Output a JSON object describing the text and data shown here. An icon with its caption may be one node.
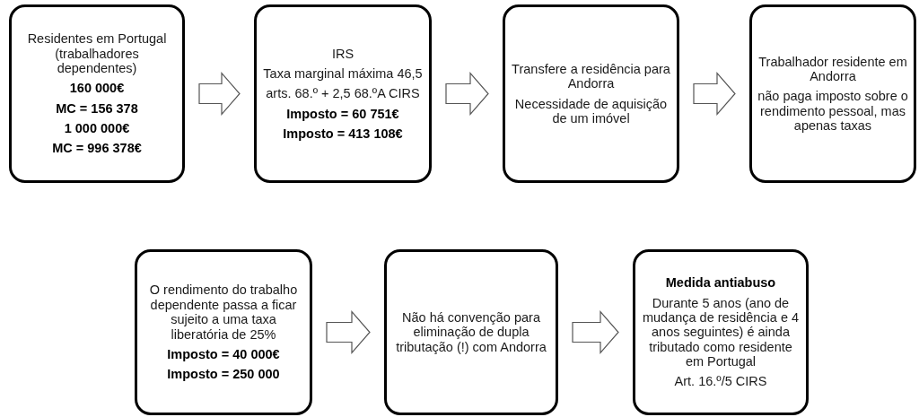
{
  "diagram": {
    "nodes": [
      {
        "text": [
          "Residentes em Portugal (trabalhadores dependentes)",
          "160 000€",
          "MC = 156 378",
          "1 000 000€",
          "MC = 996 378€"
        ]
      },
      {
        "text": [
          "IRS",
          "Taxa marginal máxima 46,5",
          "arts. 68.º + 2,5 68.ºA CIRS",
          "Imposto =  60 751€",
          "Imposto =  413 108€"
        ]
      },
      {
        "text": [
          "Transfere a residência para Andorra",
          "Necessidade de aquisição de um imóvel"
        ]
      },
      {
        "text": [
          "Trabalhador residente em Andorra",
          "não paga imposto sobre o rendimento pessoal, mas apenas taxas"
        ]
      },
      {
        "text": [
          "O rendimento do trabalho dependente passa a ficar sujeito a uma taxa liberatória de 25%",
          "Imposto =  40 000€",
          "Imposto = 250 000"
        ]
      },
      {
        "text": [
          "Não há convenção para eliminação de dupla tributação (!) com Andorra"
        ]
      },
      {
        "text": [
          "Medida antiabuso",
          "Durante 5 anos (ano de mudança de residência e 4 anos seguintes) é ainda tributado como residente em Portugal",
          "Art. 16.º/5 CIRS"
        ]
      }
    ],
    "edges": [
      {
        "from": 0,
        "to": 1,
        "arrow": "to"
      },
      {
        "from": 1,
        "to": 2,
        "arrow": "to"
      },
      {
        "from": 2,
        "to": 3,
        "arrow": "to"
      },
      {
        "from": 4,
        "to": 5,
        "arrow": "to"
      },
      {
        "from": 5,
        "to": 6,
        "arrow": "to"
      }
    ]
  }
}
